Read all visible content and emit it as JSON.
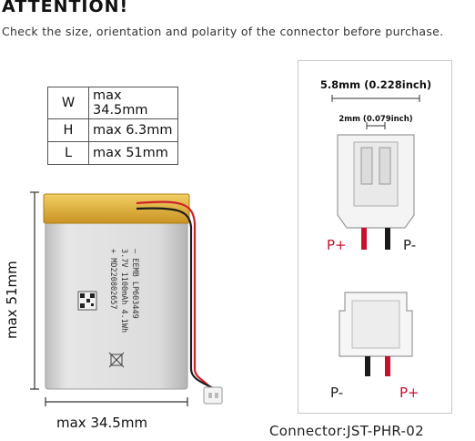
{
  "header": {
    "title": "ATTENTION!",
    "subtitle": "Check the size, orientation and polarity of the connector before purchase."
  },
  "dimensions_table": [
    {
      "key": "W",
      "value": "max 34.5mm"
    },
    {
      "key": "H",
      "value": "max 6.3mm"
    },
    {
      "key": "L",
      "value": "max 51mm"
    }
  ],
  "battery": {
    "width_label": "max 34.5mm",
    "height_label": "max 51mm",
    "print_lines": [
      "– EEMB LP603449",
      "3.7V 1100mAh 4.1Wh",
      "+ MD220802657"
    ]
  },
  "connector": {
    "outer_width_label": "5.8mm (0.228inch)",
    "pitch_label": "2mm (0.079inch)",
    "top_plus": "P+",
    "top_minus": "P-",
    "bottom_minus": "P-",
    "bottom_plus": "P+",
    "caption": "Connector:JST-PHR-02"
  },
  "colors": {
    "accent_red": "#c8102e",
    "tape_yellow": "#e3b43a",
    "cell_silver": "#d9d9d9"
  }
}
